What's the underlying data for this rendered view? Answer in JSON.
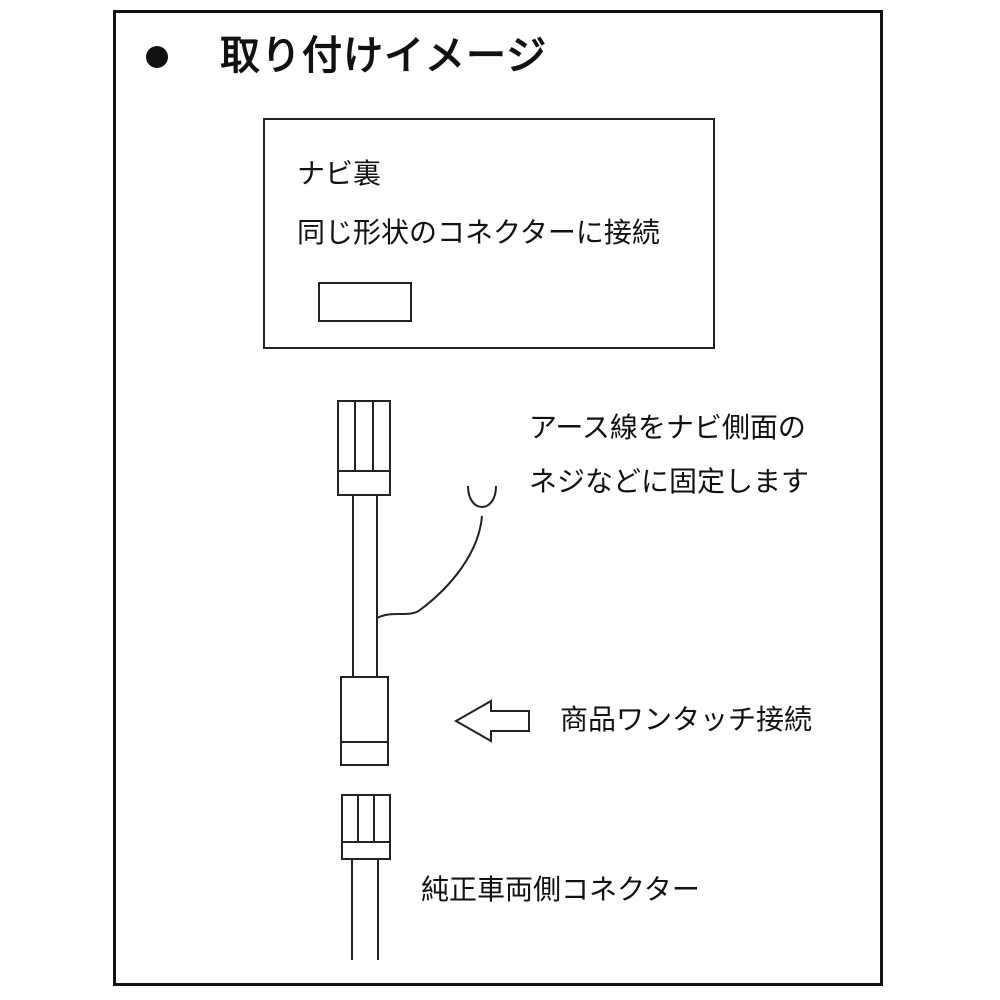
{
  "title": "取り付けイメージ",
  "nav_box": {
    "heading": "ナビ裏",
    "description": "同じ形状のコネクターに接続"
  },
  "earth_note": {
    "line1": "アース線をナビ側面の",
    "line2": "ネジなどに固定します"
  },
  "product_label": "商品ワンタッチ接続",
  "vehicle_label": "純正車両側コネクター"
}
